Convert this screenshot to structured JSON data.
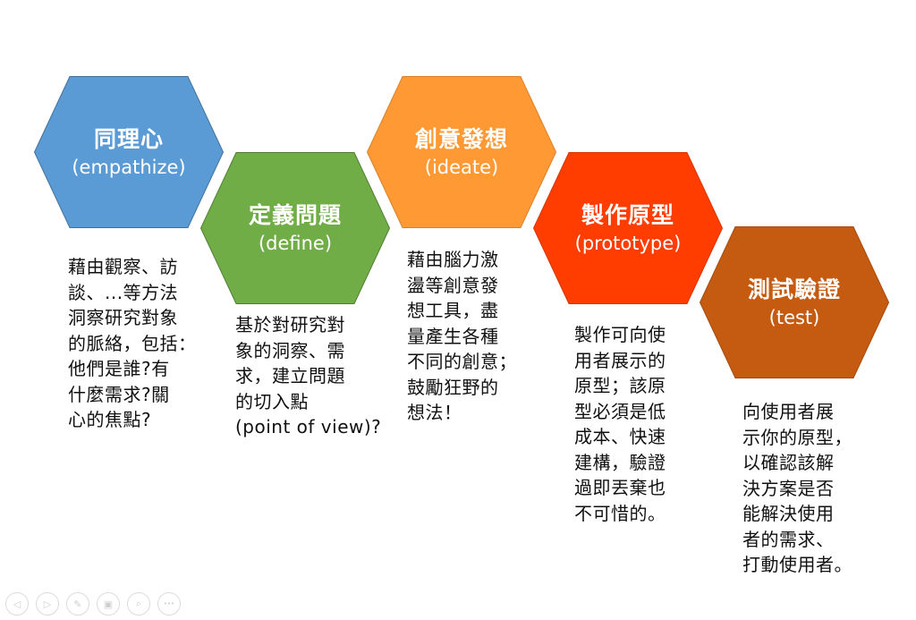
{
  "stages": [
    {
      "title": "同理心",
      "subtitle": "(empathize)",
      "fill": "#5B9BD5",
      "stroke": "#41719C",
      "description": "藉由觀察、訪\n談、...等方法\n洞察研究對象\n的脈絡，包括：\n他們是誰?有\n什麼需求?關\n心的焦點?"
    },
    {
      "title": "定義問題",
      "subtitle": "(define)",
      "fill": "#70AD47",
      "stroke": "#507E32",
      "description": "基於對研究對\n象的洞察、需\n求，建立問題\n的切入點\n(point of view)?"
    },
    {
      "title": "創意發想",
      "subtitle": "(ideate)",
      "fill": "#FF9933",
      "stroke": "#D9822B",
      "description": "藉由腦力激\n盪等創意發\n想工具，盡\n量產生各種\n不同的創意；\n鼓勵狂野的\n想法！"
    },
    {
      "title": "製作原型",
      "subtitle": "(prototype)",
      "fill": "#FF3D00",
      "stroke": "#D93400",
      "description": "製作可向使\n用者展示的\n原型；該原\n型必須是低\n成本、快速\n建構，驗證\n過即丟棄也\n不可惜的。"
    },
    {
      "title": "測試驗證",
      "subtitle": "(test)",
      "fill": "#C55A11",
      "stroke": "#A54B0E",
      "description": "向使用者展\n示你的原型，\n以確認該解\n決方案是否\n能解決使用\n者的需求、\n打動使用者。"
    }
  ],
  "navigation": {
    "buttons": [
      {
        "name": "previous-slide",
        "glyph": "◁"
      },
      {
        "name": "next-slide",
        "glyph": "▷"
      },
      {
        "name": "pen-tool",
        "glyph": "✎"
      },
      {
        "name": "slide-sorter",
        "glyph": "▣"
      },
      {
        "name": "zoom",
        "glyph": "⌕"
      },
      {
        "name": "more-options",
        "glyph": "•••"
      }
    ]
  }
}
